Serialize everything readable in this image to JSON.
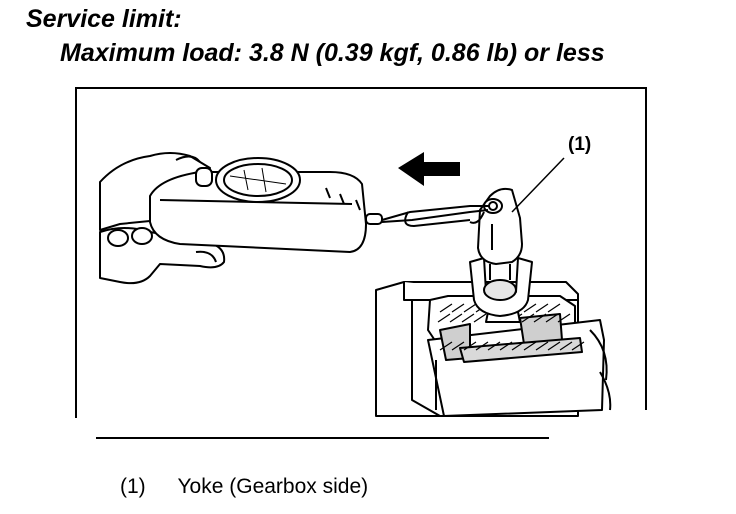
{
  "service_limit": {
    "heading": "Service limit:",
    "spec": "Maximum load: 3.8 N (0.39 kgf, 0.86 lb) or less"
  },
  "figure": {
    "callout": "(1)",
    "icons": [
      "pull-direction-arrow-icon",
      "spring-scale-icon",
      "hand-icon",
      "yoke-icon",
      "vise-icon"
    ]
  },
  "legend": {
    "items": [
      {
        "number": "(1)",
        "label": "Yoke (Gearbox side)"
      }
    ]
  }
}
